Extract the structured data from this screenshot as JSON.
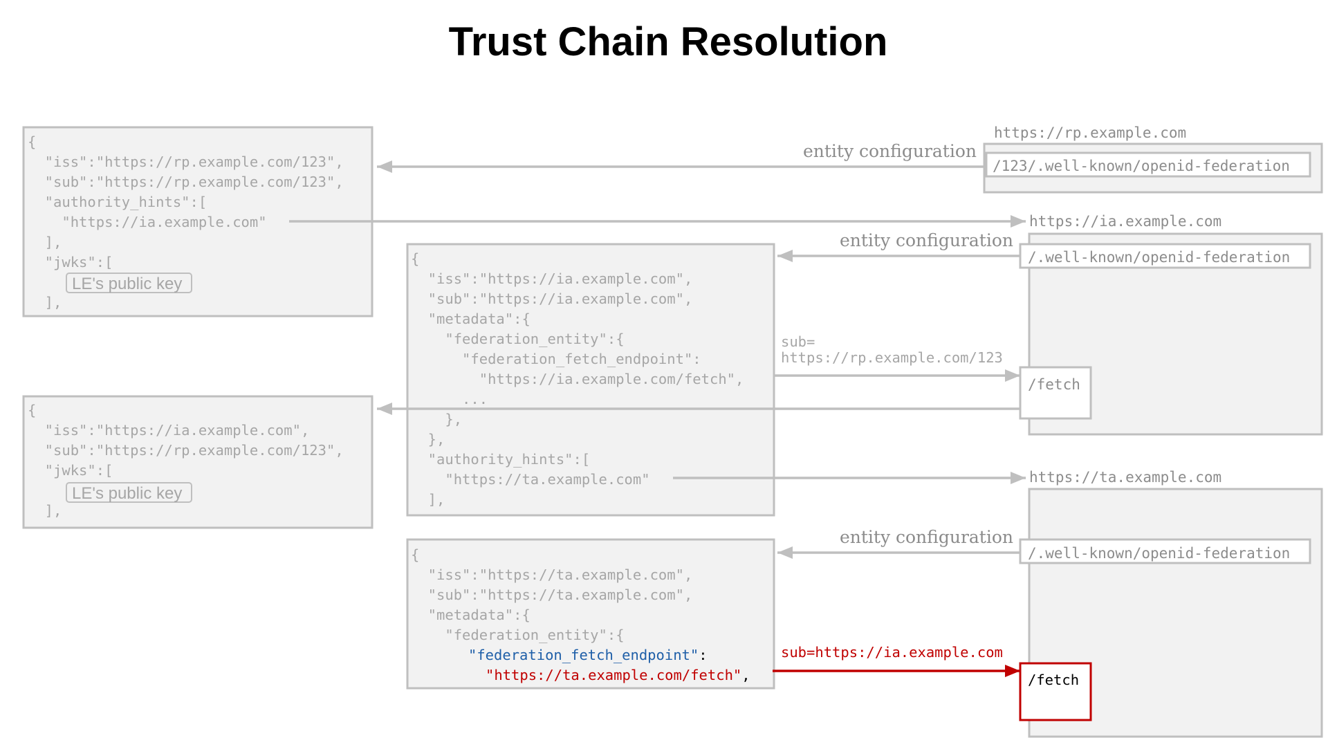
{
  "title": "Trust Chain Resolution",
  "servers": {
    "rp": {
      "host": "https://rp.example.com",
      "wellknown": "/123/.well-known/openid-federation"
    },
    "ia": {
      "host": "https://ia.example.com",
      "wellknown": "/.well-known/openid-federation",
      "fetch": "/fetch"
    },
    "ta": {
      "host": "https://ta.example.com",
      "wellknown": "/.well-known/openid-federation",
      "fetch": "/fetch"
    }
  },
  "labels": {
    "entity_configuration": "entity configuration",
    "sub_rp_1": "sub=",
    "sub_rp_2": "https://rp.example.com/123",
    "sub_ia": "sub=https://ia.example.com"
  },
  "rp_statement": {
    "lines": [
      "{",
      "  \"iss\":\"https://rp.example.com/123\",",
      "  \"sub\":\"https://rp.example.com/123\",",
      "  \"authority_hints\":[",
      "    \"https://ia.example.com\"",
      "  ],",
      "  \"jwks\":[",
      "",
      "  ],"
    ],
    "key": "LE's public key"
  },
  "ia_to_rp_statement": {
    "lines": [
      "{",
      "  \"iss\":\"https://ia.example.com\",",
      "  \"sub\":\"https://rp.example.com/123\",",
      "  \"jwks\":[",
      "",
      "  ],"
    ],
    "key": "LE's public key"
  },
  "ia_statement": {
    "lines": [
      "{",
      "  \"iss\":\"https://ia.example.com\",",
      "  \"sub\":\"https://ia.example.com\",",
      "  \"metadata\":{",
      "    \"federation_entity\":{",
      "      \"federation_fetch_endpoint\":",
      "        \"https://ia.example.com/fetch\",",
      "      ...",
      "    },",
      "  },",
      "  \"authority_hints\":[",
      "    \"https://ta.example.com\"",
      "  ],"
    ]
  },
  "ta_statement": {
    "lines": [
      "{",
      "  \"iss\":\"https://ta.example.com\",",
      "  \"sub\":\"https://ta.example.com\",",
      "  \"metadata\":{",
      "    \"federation_entity\":{"
    ],
    "endpoint_key": "\"federation_fetch_endpoint\"",
    "endpoint_colon": ":",
    "endpoint_value": "\"https://ta.example.com/fetch\"",
    "endpoint_comma": ","
  },
  "colors": {
    "gray": "#bfbfbf",
    "red": "#c00000",
    "blue": "#1f5fa8"
  }
}
